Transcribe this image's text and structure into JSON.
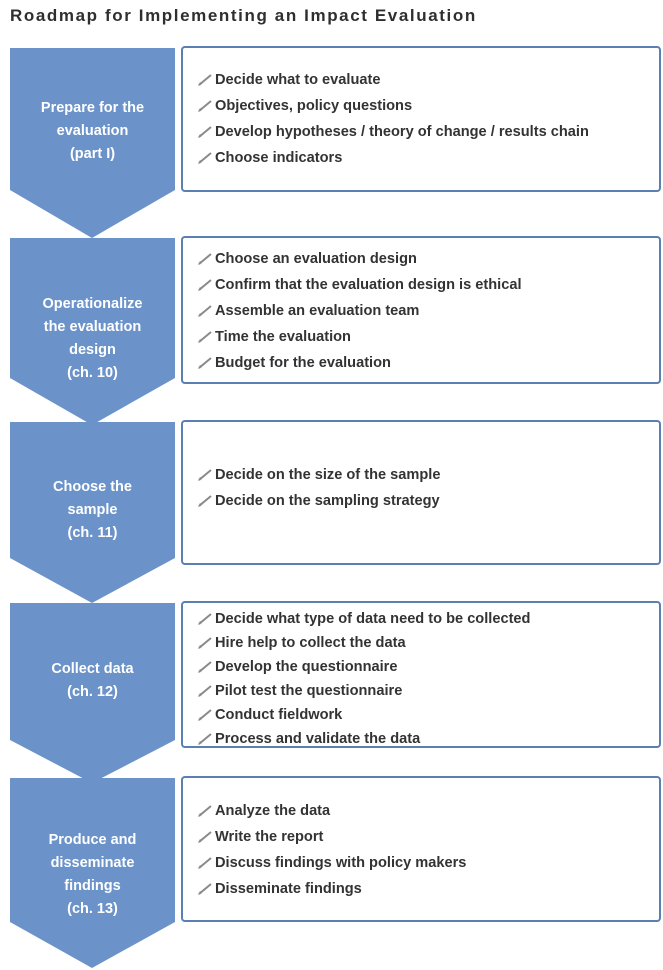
{
  "title": "Roadmap for Implementing an Impact Evaluation",
  "colors": {
    "chevron": "#6b93c9",
    "box_border": "#5a7fb3",
    "text": "#333333"
  },
  "stages": [
    {
      "label_lines": [
        "Prepare for the",
        "evaluation",
        "(part I)"
      ],
      "items": [
        "Decide what to evaluate",
        "Objectives, policy questions",
        "Develop hypotheses / theory of change / results chain",
        "Choose indicators"
      ]
    },
    {
      "label_lines": [
        "Operationalize",
        "the evaluation",
        "design",
        "(ch. 10)"
      ],
      "items": [
        "Choose an evaluation design",
        "Confirm that the evaluation design is ethical",
        "Assemble an evaluation team",
        "Time the evaluation",
        "Budget for the evaluation"
      ]
    },
    {
      "label_lines": [
        "Choose the",
        "sample",
        "(ch. 11)"
      ],
      "items": [
        "Decide on the size of the sample",
        "Decide on the sampling strategy"
      ]
    },
    {
      "label_lines": [
        "Collect data",
        "(ch. 12)"
      ],
      "items": [
        "Decide what type of data need to be collected",
        "Hire help to collect the data",
        "Develop the questionnaire",
        "Pilot test the questionnaire",
        "Conduct fieldwork",
        "Process and validate the data"
      ]
    },
    {
      "label_lines": [
        "Produce and",
        "disseminate",
        "findings",
        "(ch. 13)"
      ],
      "items": [
        "Analyze the data",
        "Write the report",
        "Discuss findings with policy makers",
        "Disseminate findings"
      ]
    }
  ]
}
